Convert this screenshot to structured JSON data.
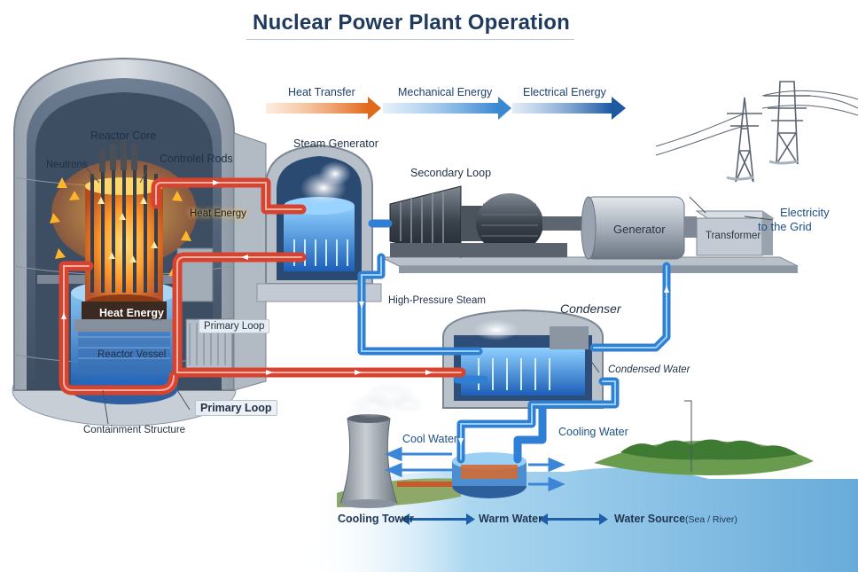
{
  "title": "Nuclear Power Plant Operation",
  "energy_flow": {
    "heat_transfer": "Heat Transfer",
    "mechanical_energy": "Mechanical Energy",
    "electrical_energy": "Electrical Energy"
  },
  "labels": {
    "reactor_core": "Reactor  Core",
    "neutrons": "Neutrons",
    "control_rods": "Controlel Rods",
    "heat_energy_small": "Heat Energy",
    "heat_energy_core": "Heat Energy",
    "primary_loop_inner": "Primary Loop",
    "reactor_vessel": "Reactor Vessel",
    "primary_loop_outer": "Primary Loop",
    "containment_structure": "Containment Structure",
    "steam_generator": "Steam Generator",
    "secondary_loop": "Secondary Loop",
    "generator": "Generator",
    "transformer": "Transformer",
    "electricity_line1": "Electricity",
    "electricity_line2": "to the Grid",
    "high_pressure_steam": "High-Pressure Steam",
    "condenser": "Condenser",
    "condensed_water": "Condensed Water",
    "cool_water": "Cool Water",
    "cooling_water": "Cooling Water",
    "cooling_tower": "Cooling Tower",
    "warm_water": "Warm Water",
    "water_source": "Water Source",
    "water_source_note": "(Sea / River)"
  },
  "colors": {
    "hot_loop": "#d8432f",
    "cool_loop": "#2f7fd4",
    "heat_arrow": "#e07a2a",
    "mech_arrow": "#3d8fd6",
    "elec_arrow": "#1e5fa8",
    "title": "#1f3a5c"
  }
}
